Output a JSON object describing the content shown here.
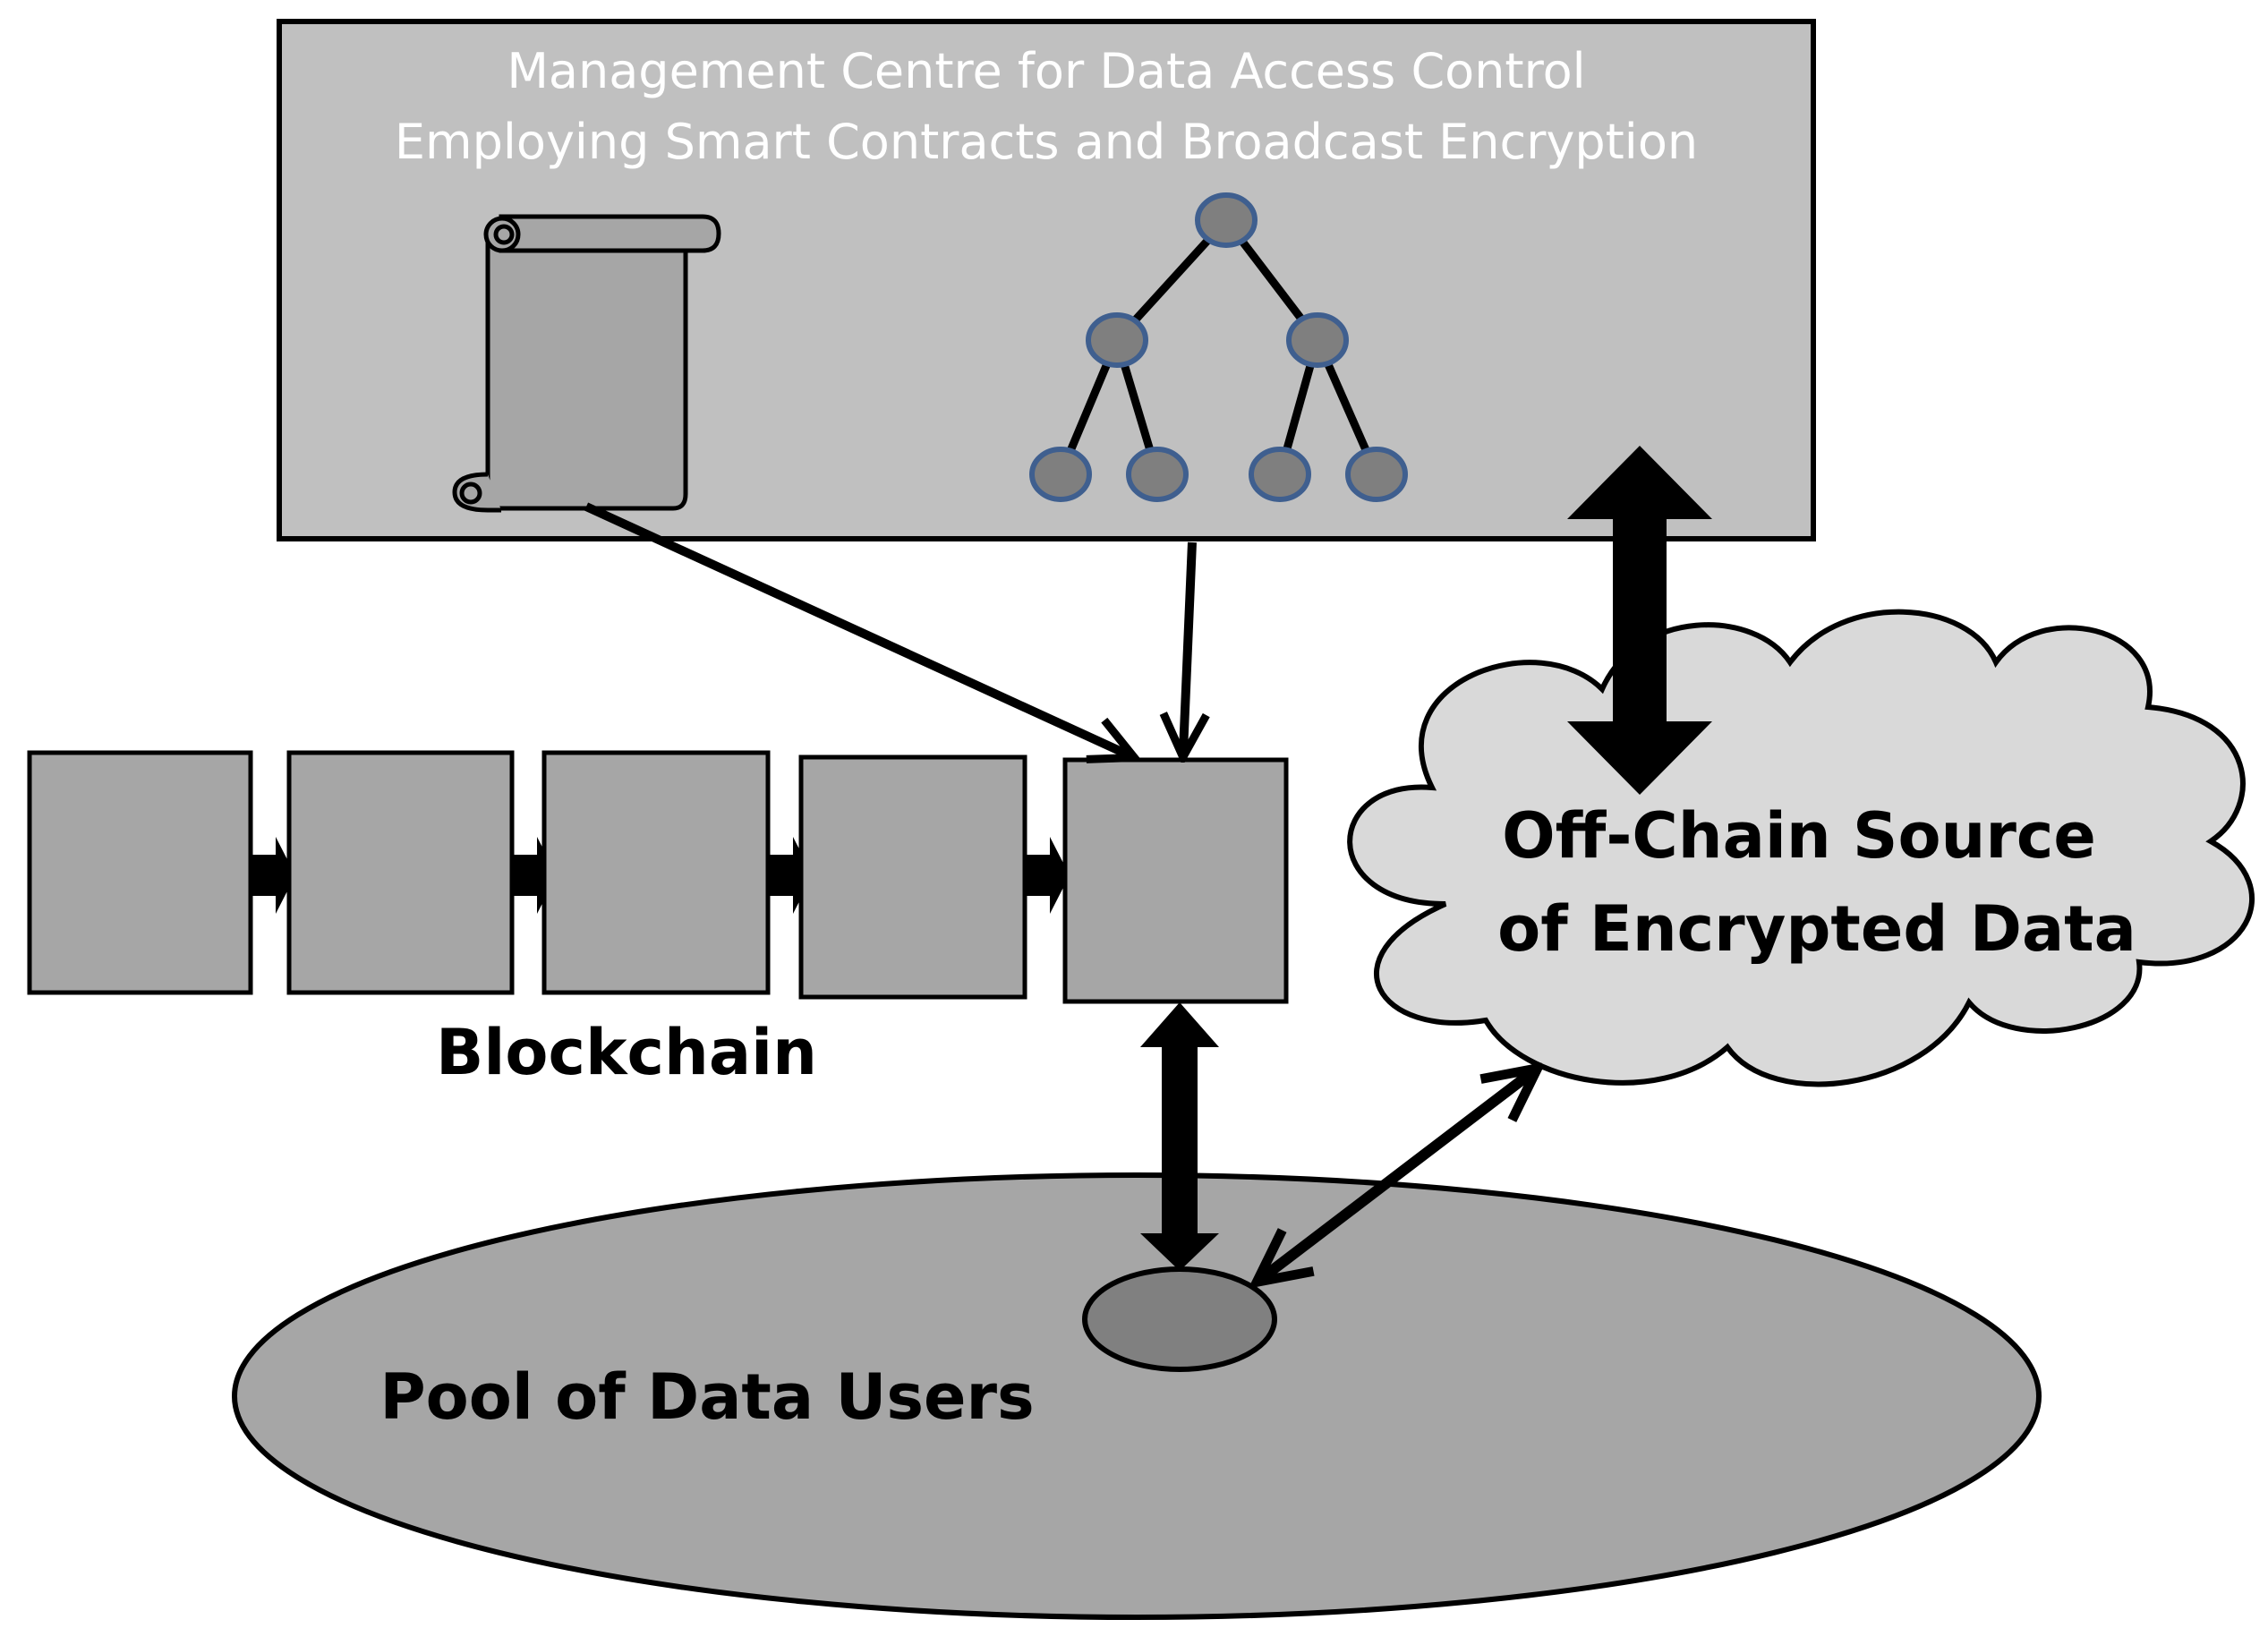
{
  "management_centre": {
    "title_line1": "Management Centre for Data Access Control",
    "title_line2": "Employing Smart Contracts and Broadcast Encryption",
    "icons": [
      "scroll-icon",
      "tree-icon"
    ]
  },
  "blockchain": {
    "label": "Blockchain",
    "block_count": 5
  },
  "off_chain": {
    "line1": "Off-Chain Source",
    "line2": "of Encrypted Data"
  },
  "pool": {
    "label": "Pool of Data Users"
  },
  "colors": {
    "box_fill": "#c0c0c0",
    "block_fill": "#a6a6a6",
    "cloud_fill": "#d9d9d9",
    "pool_fill": "#a6a6a6",
    "user_fill": "#808080",
    "tree_node_fill": "#7f7f7f",
    "tree_node_stroke": "#3f5f8f"
  }
}
